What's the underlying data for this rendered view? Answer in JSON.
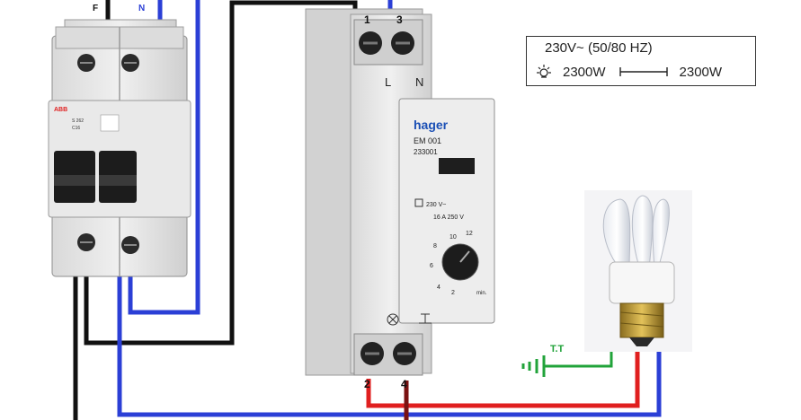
{
  "wire_labels": {
    "phase": "F",
    "neutral": "N"
  },
  "breaker": {
    "brand": "ABB",
    "model": "S 262",
    "rating": "C16"
  },
  "timer": {
    "brand": "hager",
    "model": "EM 001",
    "ref": "233001",
    "terminals_top": [
      "1",
      "3"
    ],
    "terminals_top_names": [
      "L",
      "N"
    ],
    "terminals_bottom": [
      "2",
      "4"
    ],
    "coil_voltage": "230 V~",
    "contact_rating": "16 A 250 V",
    "dial_ticks": [
      "12",
      "10",
      "8",
      "6",
      "4",
      "2"
    ],
    "dial_unit": "min."
  },
  "spec": {
    "supply": "230V~ (50/80 HZ)",
    "lamp_power": "2300W",
    "resistive_power": "2300W"
  },
  "earth": {
    "label": "T.T"
  },
  "colors": {
    "phase": "#111111",
    "neutral": "#2b3fd6",
    "switched": "#e01f1f",
    "earth": "#21a33a"
  },
  "icons": [
    "sun-lamp-icon",
    "resistor-icon",
    "earth-ground-icon",
    "lamp-icon"
  ]
}
